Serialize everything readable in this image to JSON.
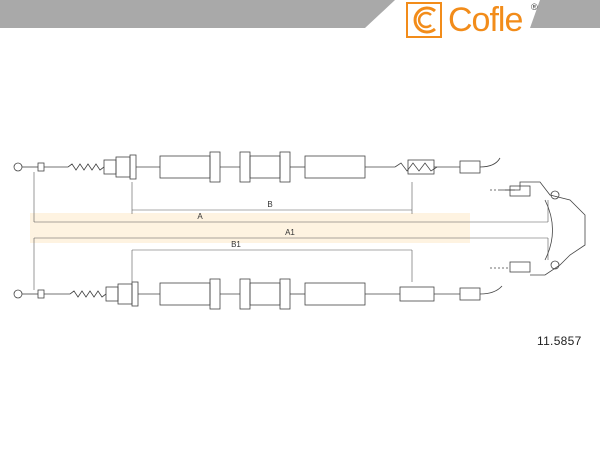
{
  "brand": {
    "name": "Cofle",
    "color": "#f28c1a",
    "registered_mark": "®"
  },
  "dimensions": {
    "B": "B",
    "A": "A",
    "A1": "A1",
    "B1": "B1"
  },
  "part_number": "11.5857",
  "colors": {
    "header_band": "#a9a9a9",
    "highlight_band": "#fde7c4",
    "line": "#444444"
  }
}
